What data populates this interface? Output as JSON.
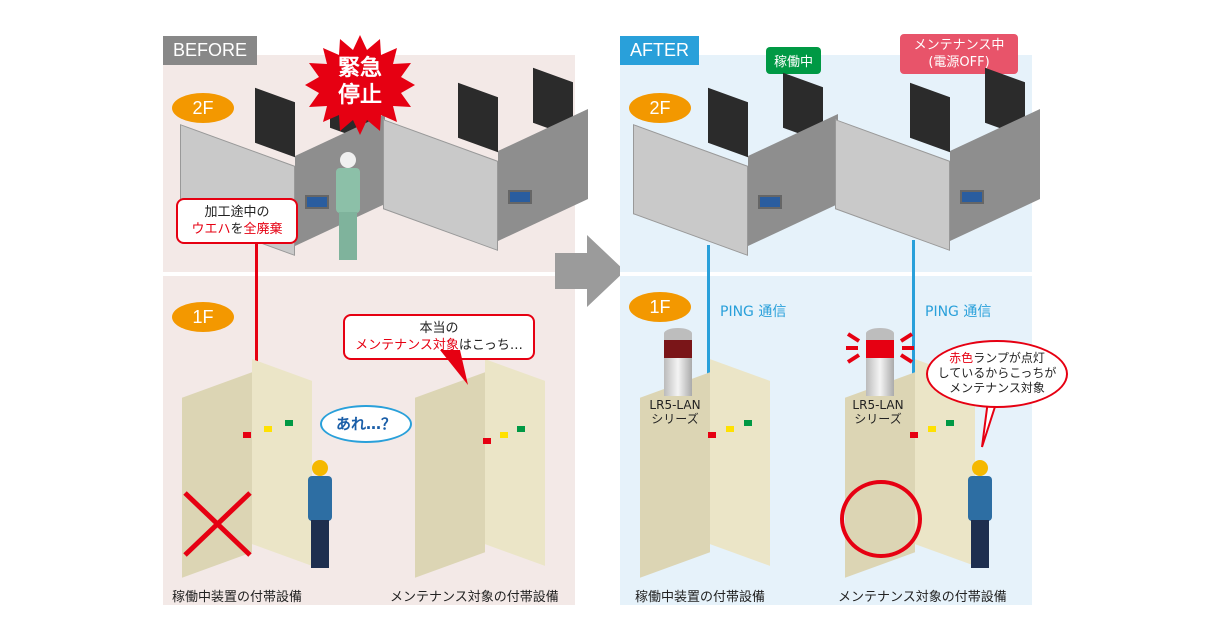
{
  "before": {
    "label": "BEFORE",
    "burst": [
      "緊急",
      "停止"
    ],
    "floor_2f": "2F",
    "floor_1f": "1F",
    "discard_bubble": {
      "line1": "加工途中の",
      "line2_red1": "ウエハ",
      "line2_mid": "を",
      "line2_red2": "全廃棄"
    },
    "real_target_bubble": {
      "line1": "本当の",
      "line2_red": "メンテナンス対象",
      "line2_rest": "はこっち…"
    },
    "confused_bubble": "あれ…？",
    "caption_left": "稼働中装置の付帯設備",
    "caption_right": "メンテナンス対象の付帯設備"
  },
  "after": {
    "label": "AFTER",
    "badge_running": "稼働中",
    "badge_maintenance": [
      "メンテナンス中",
      "(電源OFF)"
    ],
    "floor_2f": "2F",
    "floor_1f": "1F",
    "ping_left": "PING 通信",
    "ping_right": "PING 通信",
    "lamp_label": [
      "LR5-LAN",
      "シリーズ"
    ],
    "bubble": {
      "line1_red": "赤色",
      "line1_rest": "ランプが点灯",
      "line2": "しているからこっちが",
      "line3": "メンテナンス対象"
    },
    "caption_left": "稼働中装置の付帯設備",
    "caption_right": "メンテナンス対象の付帯設備"
  },
  "colors": {
    "red": "#e60012",
    "blue": "#29a0da",
    "orange": "#f39800",
    "green": "#009944",
    "pink": "#e8546a",
    "gray": "#888888"
  }
}
